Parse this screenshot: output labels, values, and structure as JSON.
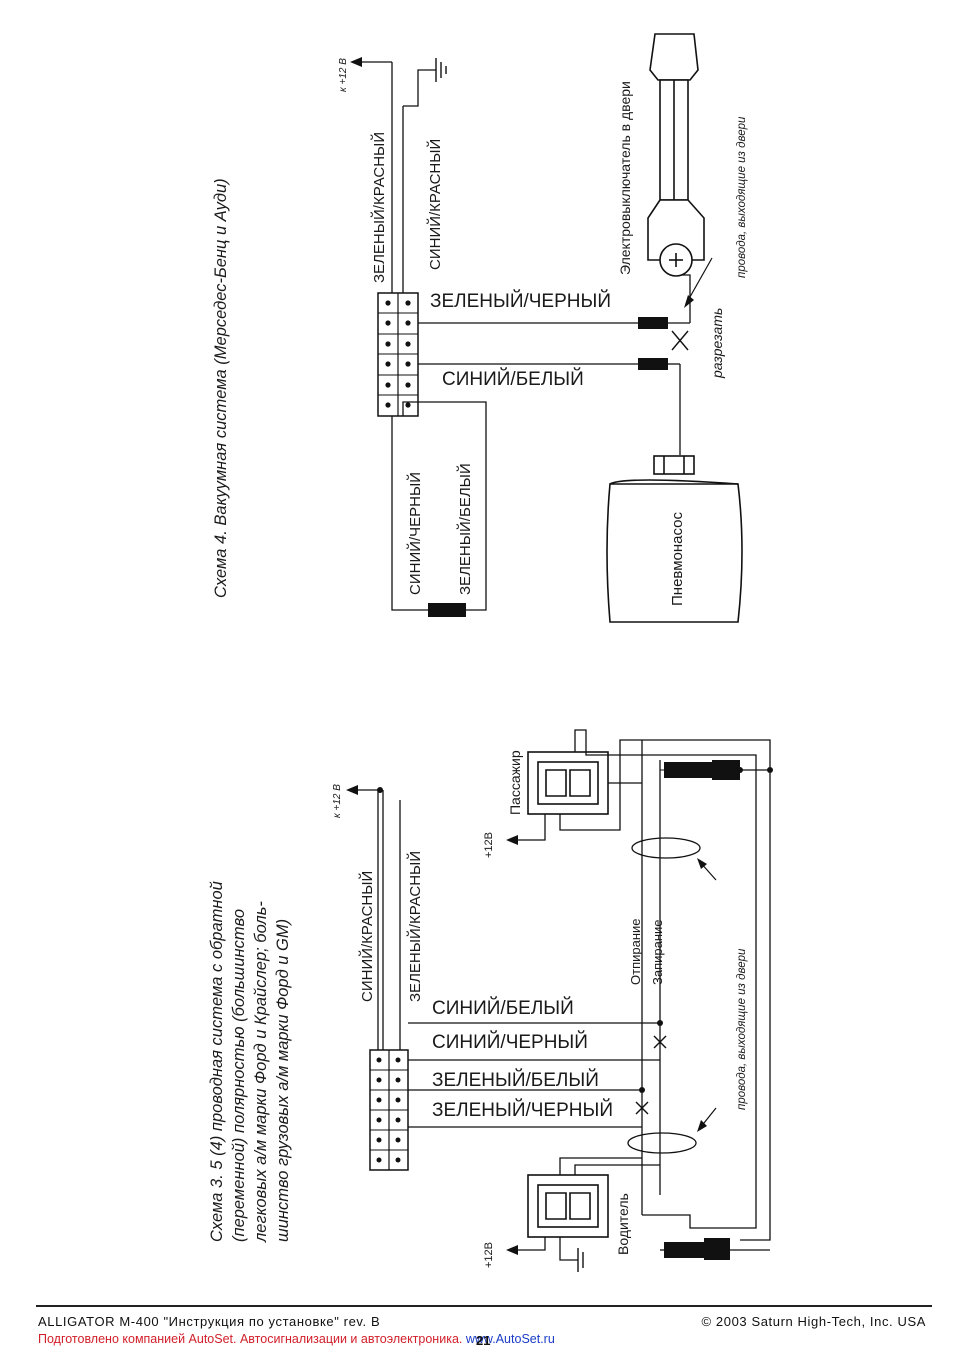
{
  "scheme4": {
    "title": "Схема 4. Вакуумная система (Мерседес-Бенц и Ауди)",
    "power_label": "к +12 В",
    "wire_green_red": "ЗЕЛЕНЫЙ/КРАСНЫЙ",
    "wire_blue_red": "СИНИЙ/КРАСНЫЙ",
    "wire_green_black": "ЗЕЛЕНЫЙ/ЧЕРНЫЙ",
    "wire_blue_white": "СИНИЙ/БЕЛЫЙ",
    "wire_blue_black": "СИНИЙ/ЧЕРНЫЙ",
    "wire_green_white": "ЗЕЛЕНЫЙ/БЕЛЫЙ",
    "switch_label": "Электровыключатель в двери",
    "wires_from_door": "провода, выходящие из двери",
    "cut_label": "разрезать",
    "pump_label": "Пневмонасос"
  },
  "scheme3": {
    "title_lines": [
      "Схема 3. 5 (4) проводная система с обратной",
      "(переменной) полярностью (большинство",
      "легковых а/м марки Форд и Крайслер; боль-",
      "шинство грузовых а/м марки Форд и GM)"
    ],
    "power_label": "к +12 В",
    "wire_blue_red": "СИНИЙ/КРАСНЫЙ",
    "wire_green_red": "ЗЕЛЕНЫЙ/КРАСНЫЙ",
    "wire_blue_white": "СИНИЙ/БЕЛЫЙ",
    "wire_blue_black": "СИНИЙ/ЧЕРНЫЙ",
    "wire_green_white": "ЗЕЛЕНЫЙ/БЕЛЫЙ",
    "wire_green_black": "ЗЕЛЕНЫЙ/ЧЕРНЫЙ",
    "unlock_label": "Отпирание",
    "lock_label": "Запирание",
    "passenger_label": "Пассажир",
    "driver_label": "Водитель",
    "plus12_label": "+12В",
    "wires_from_door": "провода, выходящие из двери"
  },
  "footer": {
    "left": "ALLIGATOR M-400 \"Инструкция по установке\"  rev. B",
    "right": "© 2003 Saturn High-Tech, Inc. USA",
    "credit": "Подготовлено компанией AutoSet. Автосигнализации и автоэлектроника.",
    "credit_url": "www.AutoSet.ru",
    "page_number": "21"
  }
}
